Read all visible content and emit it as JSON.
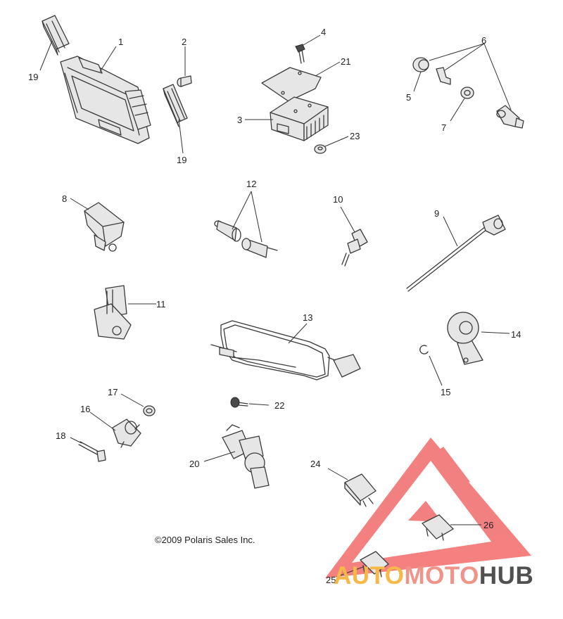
{
  "callouts": {
    "n1": "1",
    "n2": "2",
    "n3": "3",
    "n4": "4",
    "n5": "5",
    "n6": "6",
    "n7": "7",
    "n8": "8",
    "n9": "9",
    "n10": "10",
    "n11": "11",
    "n12": "12",
    "n13": "13",
    "n14": "14",
    "n15": "15",
    "n16": "16",
    "n17": "17",
    "n18": "18",
    "n19a": "19",
    "n19b": "19",
    "n20": "20",
    "n21": "21",
    "n22": "22",
    "n23": "23",
    "n24": "24",
    "n25": "25",
    "n26": "26"
  },
  "copyright": "©2009 Polaris Sales Inc.",
  "watermark": {
    "text_part1": "AUTO",
    "text_part2": "MOTO",
    "text_part3": "HUB",
    "color_part1": "#f7b84a",
    "color_part2": "#f0948a",
    "color_part3": "#505050",
    "triangle_color": "#f26a6a"
  }
}
